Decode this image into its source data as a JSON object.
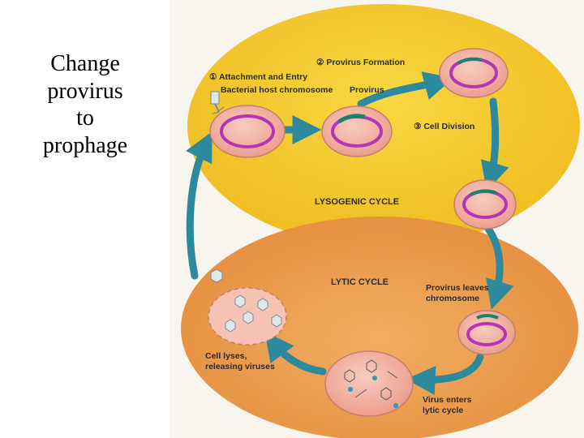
{
  "slide": {
    "title_lines": [
      "Change",
      "provirus",
      "to",
      "prophage"
    ]
  },
  "diagram": {
    "lysogenic_cycle": "LYSOGENIC CYCLE",
    "lytic_cycle": "LYTIC CYCLE",
    "step1": "① Attachment and Entry",
    "step2": "② Provirus Formation",
    "step3": "③ Cell Division",
    "bacterial_host_chromosome": "Bacterial host chromosome",
    "provirus": "Provirus",
    "provirus_leaves_line1": "Provirus leaves",
    "provirus_leaves_line2": "chromosome",
    "virus_enters_line1": "Virus enters",
    "virus_enters_line2": "lytic cycle",
    "cell_lyses_line1": "Cell lyses,",
    "cell_lyses_line2": "releasing viruses"
  },
  "colors": {
    "lysogenic_zone": "#f6cc2c",
    "lytic_zone": "#ee9c4c",
    "cell_fill": "#f3b4a4",
    "chromosome": "#b436b4",
    "provirus": "#17846c",
    "arrow": "#2c8a9c"
  }
}
